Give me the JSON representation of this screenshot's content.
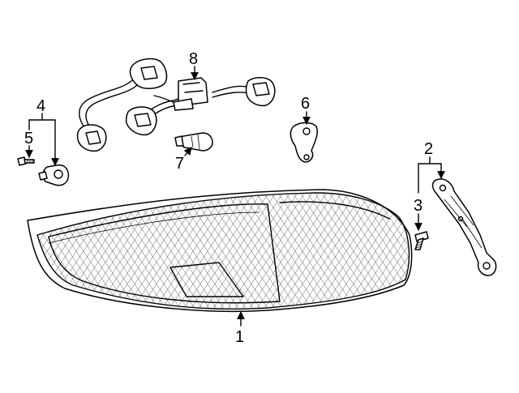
{
  "diagram": {
    "callouts": [
      {
        "id": "1",
        "label": "1"
      },
      {
        "id": "2",
        "label": "2"
      },
      {
        "id": "3",
        "label": "3"
      },
      {
        "id": "4",
        "label": "4"
      },
      {
        "id": "5",
        "label": "5"
      },
      {
        "id": "6",
        "label": "6"
      },
      {
        "id": "7",
        "label": "7"
      },
      {
        "id": "8",
        "label": "8"
      }
    ],
    "parts": [
      {
        "callout": "1",
        "icon": "tail-lamp-lens-icon"
      },
      {
        "callout": "2",
        "icon": "mounting-bracket-icon"
      },
      {
        "callout": "3",
        "icon": "bolt-icon"
      },
      {
        "callout": "4",
        "icon": "bulb-socket-icon"
      },
      {
        "callout": "5",
        "icon": "screw-icon"
      },
      {
        "callout": "6",
        "icon": "side-bracket-icon"
      },
      {
        "callout": "7",
        "icon": "bulb-icon"
      },
      {
        "callout": "8",
        "icon": "wiring-harness-icon"
      }
    ]
  }
}
